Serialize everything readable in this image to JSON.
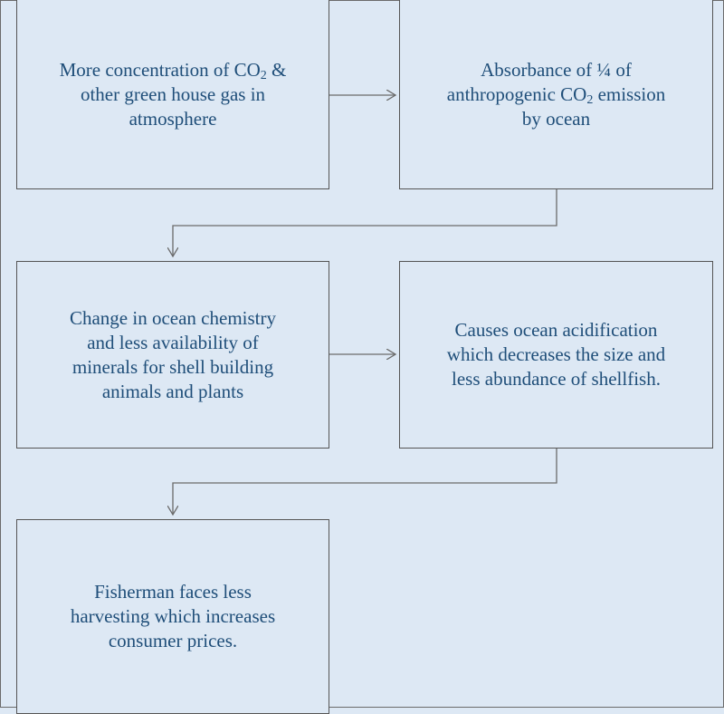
{
  "diagram": {
    "boxes": [
      {
        "id": "box1",
        "lines": [
          "More concentration of CO",
          "2",
          " &",
          "other green house gas in",
          "atmosphere"
        ]
      },
      {
        "id": "box2",
        "lines": [
          "Absorbance of ¼ of",
          "anthropogenic CO",
          "2",
          " emission",
          "by ocean"
        ]
      },
      {
        "id": "box3",
        "text": "Change in ocean chemistry\nand less availability of\nminerals for shell building\nanimals and plants"
      },
      {
        "id": "box4",
        "text": "Causes ocean acidification\nwhich decreases the size and\nless abundance of shellfish."
      },
      {
        "id": "box5",
        "text": "Fisherman faces less\nharvesting which increases\nconsumer prices."
      }
    ],
    "b1": {
      "l1a": "More concentration of CO",
      "l1sub": "2",
      "l1b": " &",
      "l2": "other green house gas in",
      "l3": "atmosphere"
    },
    "b2": {
      "l1": "Absorbance of ¼ of",
      "l2a": "anthropogenic CO",
      "l2sub": "2",
      "l2b": " emission",
      "l3": "by ocean"
    },
    "b3": "Change in ocean chemistry\nand less availability of\nminerals for shell building\nanimals and plants",
    "b4": "Causes ocean acidification\nwhich decreases the size and\nless abundance of shellfish.",
    "b5": "Fisherman faces less\nharvesting which increases\nconsumer prices.",
    "colors": {
      "background": "#dde8f4",
      "text": "#1f4e79",
      "border": "#555555",
      "arrow": "#6b6b6b"
    }
  }
}
